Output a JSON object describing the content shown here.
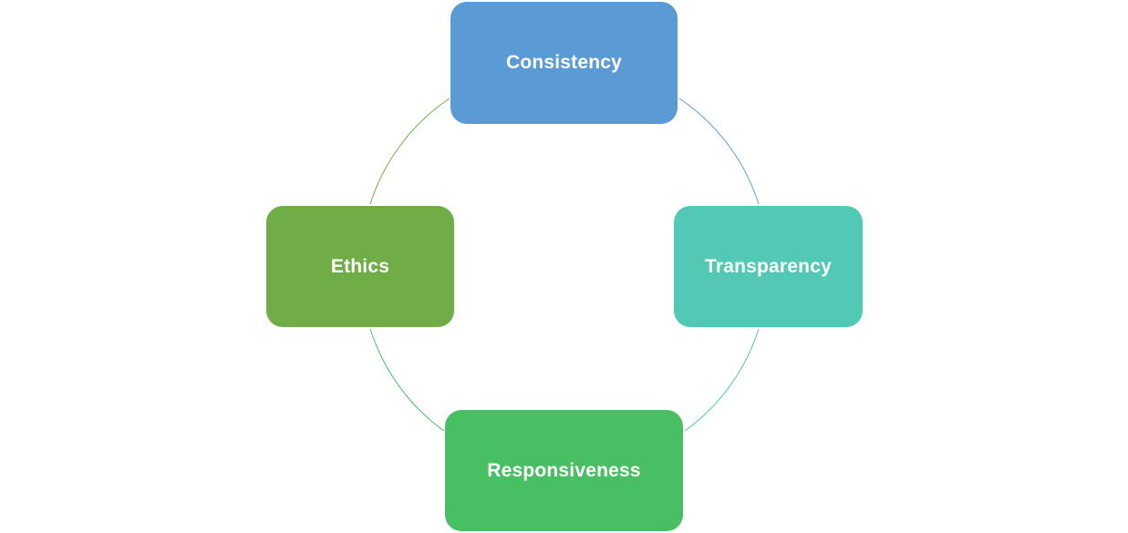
{
  "diagram": {
    "nodes": [
      {
        "label": "Consistency",
        "color": "#5B9BD5"
      },
      {
        "label": "Transparency",
        "color": "#52C9B5"
      },
      {
        "label": "Responsiveness",
        "color": "#49BF64"
      },
      {
        "label": "Ethics",
        "color": "#70AD47"
      }
    ],
    "connectors": [
      {
        "from": "Consistency",
        "to": "Transparency",
        "color": "#5B9BD5"
      },
      {
        "from": "Transparency",
        "to": "Responsiveness",
        "color": "#52C9B5"
      },
      {
        "from": "Responsiveness",
        "to": "Ethics",
        "color": "#49BF64"
      },
      {
        "from": "Ethics",
        "to": "Consistency",
        "color": "#70AD47"
      }
    ]
  }
}
